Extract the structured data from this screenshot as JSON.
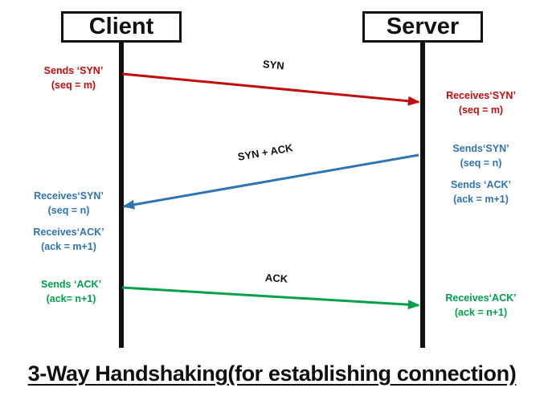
{
  "diagram": {
    "title": "3-Way Handshaking(for establishing connection)",
    "participants": {
      "client": "Client",
      "server": "Server"
    },
    "colors": {
      "syn": "#c00d0d",
      "syn_ack": "#2e74b5",
      "ack": "#00a14b",
      "line": "#111111",
      "background": "#ffffff"
    },
    "messages": [
      {
        "label": "SYN",
        "direction": "client-to-server",
        "color": "#c00d0d",
        "source_note": [
          "Sends ‘SYN’",
          "(seq = m)"
        ],
        "target_note": [
          "Receives‘SYN’",
          "(seq = m)"
        ]
      },
      {
        "label": "SYN + ACK",
        "direction": "server-to-client",
        "color": "#2e74b5",
        "source_note": [
          "Sends‘SYN’",
          "(seq = n)",
          "Sends ‘ACK’",
          "(ack = m+1)"
        ],
        "target_note": [
          "Receives‘SYN’",
          "(seq = n)",
          "Receives‘ACK’",
          "(ack = m+1)"
        ]
      },
      {
        "label": "ACK",
        "direction": "client-to-server",
        "color": "#00a14b",
        "source_note": [
          "Sends ‘ACK’",
          "(ack= n+1)"
        ],
        "target_note": [
          "Receives‘ACK’",
          "(ack = n+1)"
        ]
      }
    ],
    "notes": {
      "client_syn_send_1": "Sends ‘SYN’",
      "client_syn_send_2": "(seq = m)",
      "server_syn_recv_1": "Receives‘SYN’",
      "server_syn_recv_2": "(seq = m)",
      "server_synack_1": "Sends‘SYN’",
      "server_synack_2": "(seq = n)",
      "server_synack_3": "Sends ‘ACK’",
      "server_synack_4": "(ack = m+1)",
      "client_synack_1": "Receives‘SYN’",
      "client_synack_2": "(seq = n)",
      "client_synack_3": "Receives‘ACK’",
      "client_synack_4": "(ack = m+1)",
      "client_ack_send_1": "Sends ‘ACK’",
      "client_ack_send_2": "(ack= n+1)",
      "server_ack_recv_1": "Receives‘ACK’",
      "server_ack_recv_2": "(ack = n+1)"
    },
    "arrow_labels": {
      "syn": "SYN",
      "syn_ack": "SYN + ACK",
      "ack": "ACK"
    }
  }
}
